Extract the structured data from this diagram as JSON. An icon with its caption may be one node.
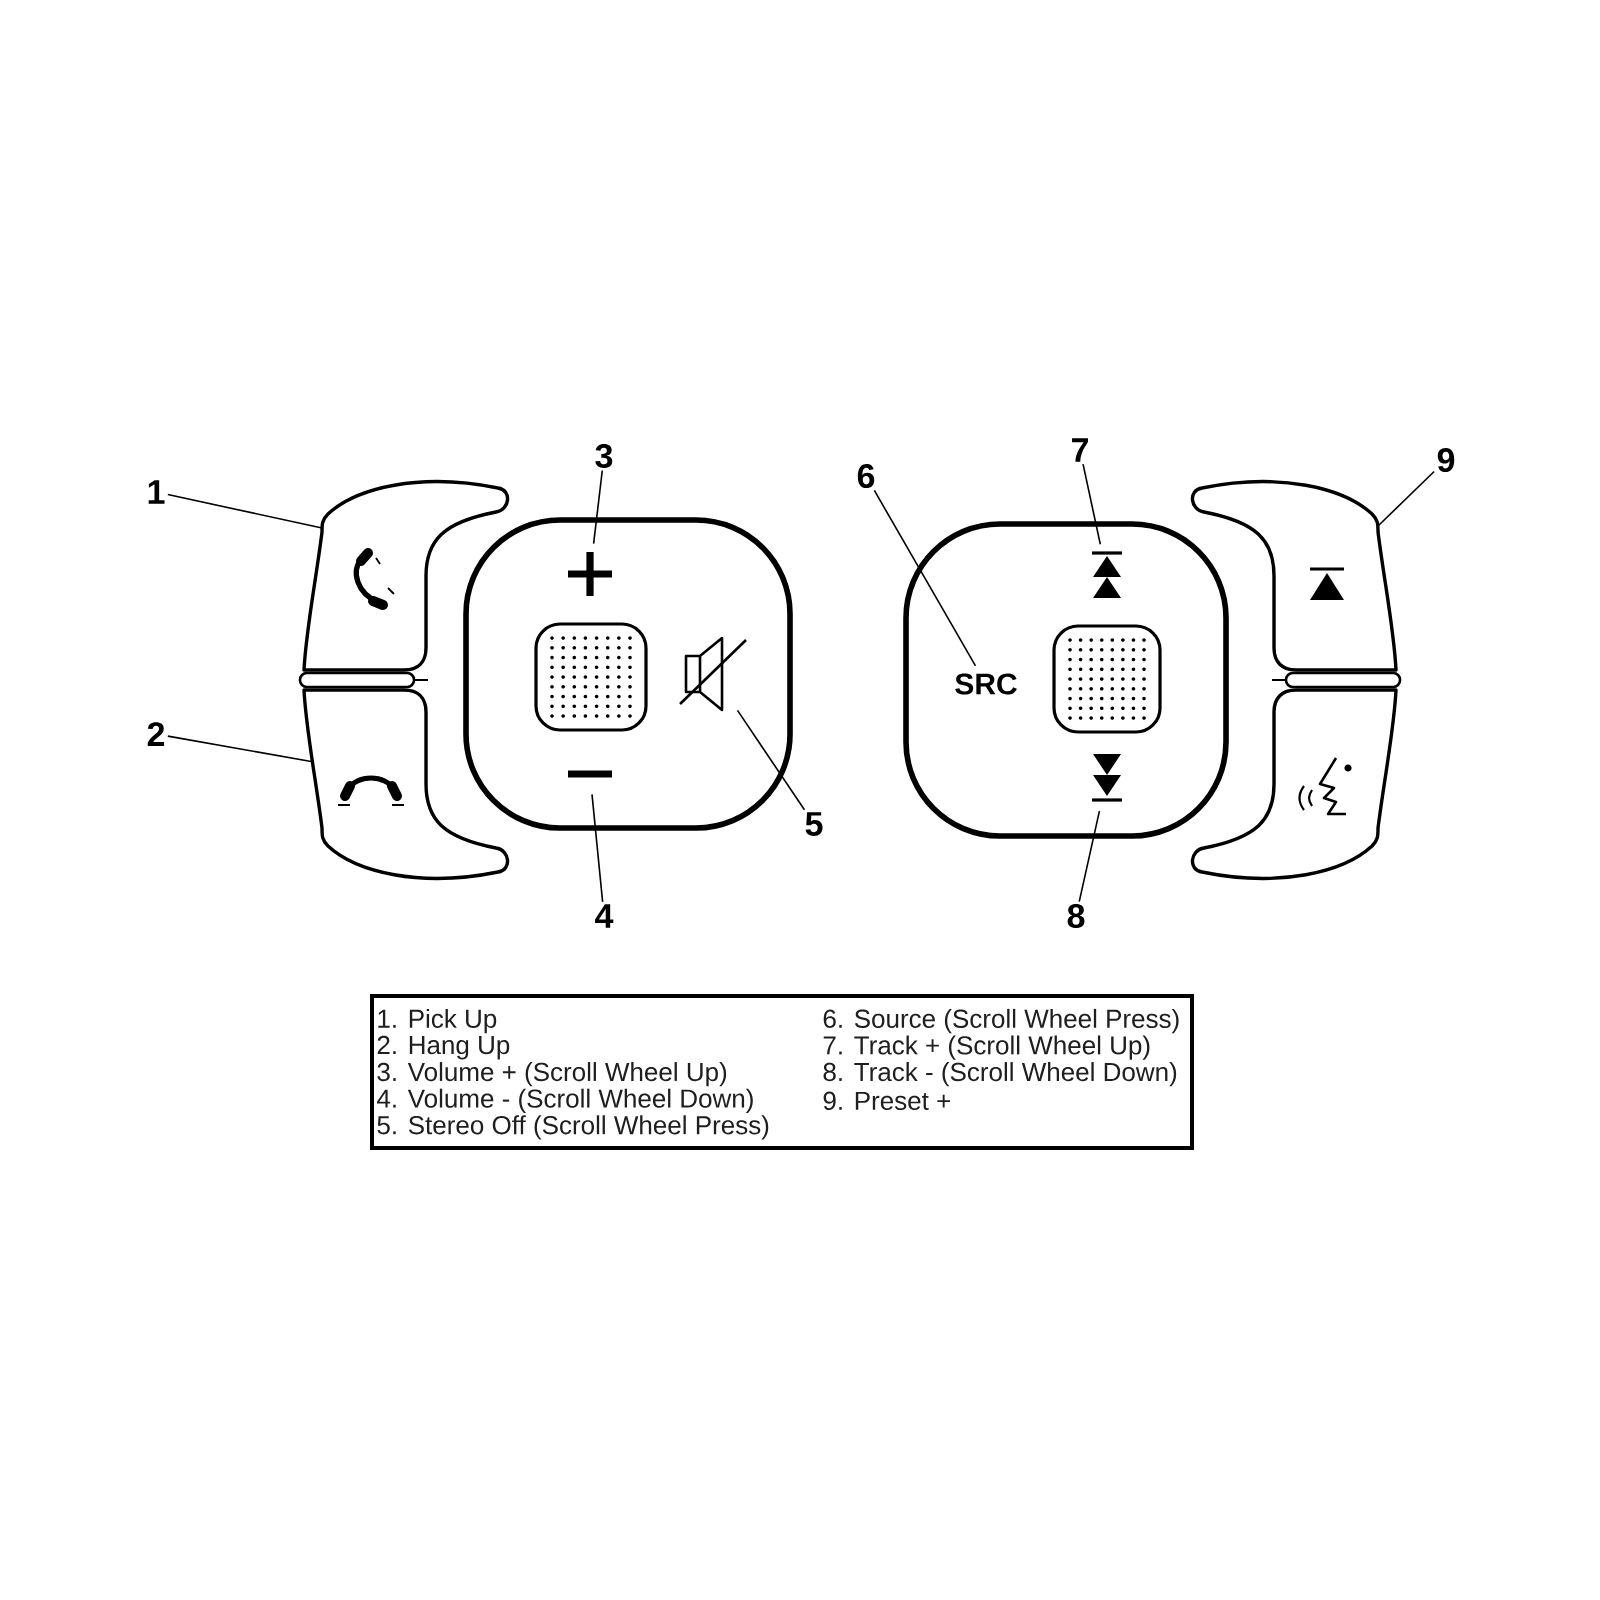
{
  "diagram": {
    "nodes": [
      {
        "text": [
          "1"
        ]
      },
      {
        "text": [
          "2"
        ]
      },
      {
        "text": [
          "3"
        ]
      },
      {
        "text": [
          "4"
        ]
      },
      {
        "text": [
          "5"
        ]
      },
      {
        "text": [
          "6"
        ]
      },
      {
        "text": [
          "7"
        ]
      },
      {
        "text": [
          "8"
        ]
      },
      {
        "text": [
          "9"
        ]
      },
      {
        "text": [],
        "shape": "picture"
      },
      {
        "text": [],
        "shape": "picture"
      },
      {
        "text": [],
        "shape": "picture"
      },
      {
        "text": [],
        "shape": "picture"
      },
      {
        "text": [],
        "shape": "picture"
      },
      {
        "text": [
          "SRC"
        ]
      },
      {
        "text": [],
        "shape": "picture"
      },
      {
        "text": [],
        "shape": "picture"
      },
      {
        "text": [],
        "shape": "picture"
      },
      {
        "text": [],
        "shape": "picture"
      }
    ],
    "edges": [
      {
        "from": 0,
        "to": 9,
        "arrow": "none"
      },
      {
        "from": 1,
        "to": 10,
        "arrow": "none"
      },
      {
        "from": 2,
        "to": 11,
        "arrow": "none"
      },
      {
        "from": 3,
        "to": 12,
        "arrow": "none"
      },
      {
        "from": 4,
        "to": 13,
        "arrow": "none"
      },
      {
        "from": 5,
        "to": 14,
        "arrow": "none"
      },
      {
        "from": 6,
        "to": 15,
        "arrow": "none"
      },
      {
        "from": 7,
        "to": 16,
        "arrow": "none"
      },
      {
        "from": 8,
        "to": 17,
        "arrow": "none"
      }
    ],
    "labels": [
      "1. Pick Up",
      "2. Hang Up",
      "3. Volume + (Scroll Wheel Up)",
      "4. Volume - (Scroll Wheel Down)",
      "5. Stereo Off (Scroll Wheel Press)",
      "6. Source (Scroll Wheel Press)",
      "7. Track + (Scroll Wheel Up)",
      "8. Track - (Scroll Wheel Down)",
      "9. Preset +"
    ]
  }
}
